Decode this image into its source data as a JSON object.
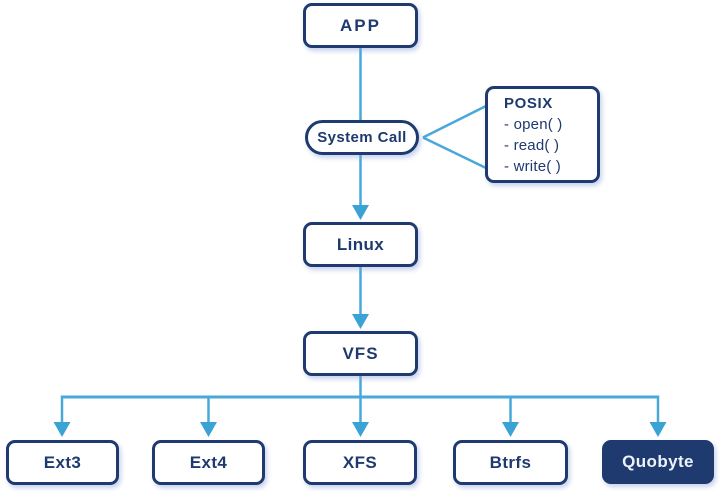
{
  "colors": {
    "navy": "#1e3a6e",
    "line_blue": "#49a8da",
    "arrow_blue": "#3ba2d6",
    "box_fill": "#ffffff",
    "quobyte_fill": "#1e3a6e",
    "quobyte_text": "#eef3fb"
  },
  "nodes": {
    "app": {
      "label": "APP"
    },
    "system_call": {
      "label": "System Call"
    },
    "posix": {
      "title": "POSIX",
      "items": [
        "- open( )",
        "- read( )",
        "- write( )"
      ]
    },
    "linux": {
      "label": "Linux"
    },
    "vfs": {
      "label": "VFS"
    },
    "filesystems": [
      {
        "label": "Ext3"
      },
      {
        "label": "Ext4"
      },
      {
        "label": "XFS"
      },
      {
        "label": "Btrfs"
      },
      {
        "label": "Quobyte",
        "highlighted": true
      }
    ]
  },
  "edges": [
    {
      "from": "APP",
      "to": "System Call",
      "arrow": false
    },
    {
      "from": "System Call",
      "to": "POSIX",
      "arrow": false,
      "style": "fan"
    },
    {
      "from": "System Call",
      "to": "Linux",
      "arrow": true
    },
    {
      "from": "Linux",
      "to": "VFS",
      "arrow": true
    },
    {
      "from": "VFS",
      "to": "Ext3",
      "arrow": true
    },
    {
      "from": "VFS",
      "to": "Ext4",
      "arrow": true
    },
    {
      "from": "VFS",
      "to": "XFS",
      "arrow": true
    },
    {
      "from": "VFS",
      "to": "Btrfs",
      "arrow": true
    },
    {
      "from": "VFS",
      "to": "Quobyte",
      "arrow": true
    }
  ]
}
